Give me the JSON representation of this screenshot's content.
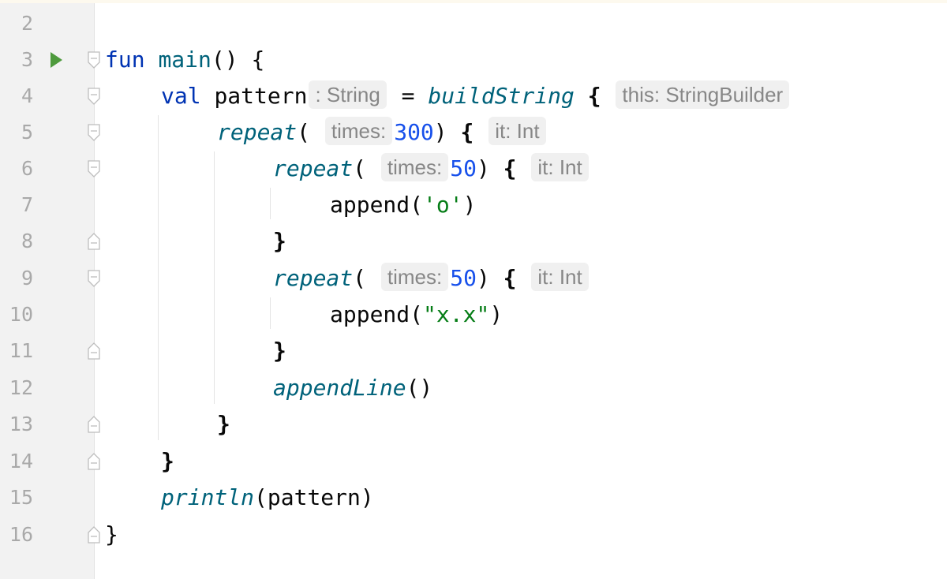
{
  "editor": {
    "line_numbers": [
      "2",
      "3",
      "4",
      "5",
      "6",
      "7",
      "8",
      "9",
      "10",
      "11",
      "12",
      "13",
      "14",
      "15",
      "16"
    ],
    "tokens": {
      "fun": "fun",
      "main": "main",
      "main_tail": "() {",
      "val": "val",
      "pattern": "pattern",
      "hint_type_string": ": String",
      "eq": " = ",
      "buildString": "buildString",
      "open_brace": "{",
      "hint_this_sb": "this: StringBuilder",
      "repeat": "repeat",
      "open_paren": "(",
      "hint_times": "times:",
      "num_300": "300",
      "num_50": "50",
      "close_paren": ")",
      "hint_it_int": "it: Int",
      "append": "append",
      "str_o": "'o'",
      "str_xx": "\"x.x\"",
      "close_brace": "}",
      "appendLine": "appendLine",
      "empty_call": "()",
      "println": "println",
      "println_arg": "(pattern)"
    }
  }
}
